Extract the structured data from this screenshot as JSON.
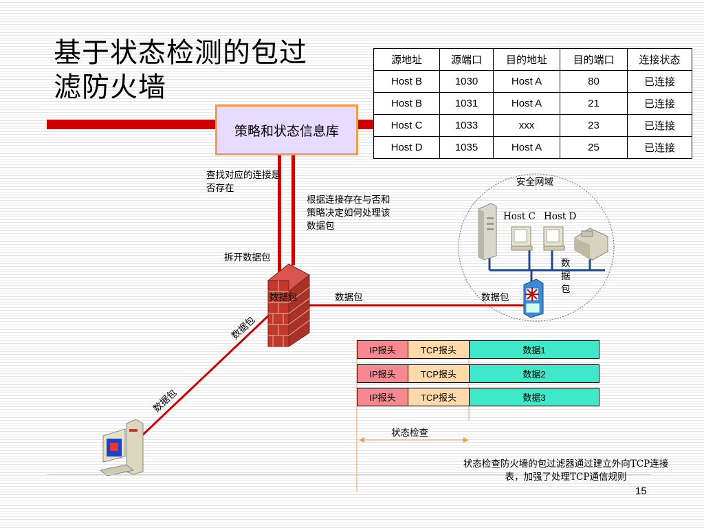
{
  "title_line1": "基于状态检测的包过",
  "title_line2": "滤防火墙",
  "policy_box": "策略和状态信息库",
  "table": {
    "headers": [
      "源地址",
      "源端口",
      "目的地址",
      "目的端口",
      "连接状态"
    ],
    "rows": [
      [
        "Host B",
        "1030",
        "Host A",
        "80",
        "已连接"
      ],
      [
        "Host B",
        "1031",
        "Host A",
        "21",
        "已连接"
      ],
      [
        "Host C",
        "1033",
        "xxx",
        "23",
        "已连接"
      ],
      [
        "Host D",
        "1035",
        "Host A",
        "25",
        "已连接"
      ]
    ]
  },
  "labels": {
    "lookup": "查找对应的连接是否存在",
    "decide": "根据连接存在与否和策略决定如何处理该数据包",
    "unpack": "拆开数据包",
    "packet": "数据包",
    "secure_zone": "安全网域",
    "host_c": "Host C",
    "host_d": "Host D",
    "packet_vertical": "数据包",
    "state_check": "状态检查",
    "description": "状态检查防火墙的包过滤器通过建立外向TCP连接表，加强了处理TCP通信规则",
    "page_number": "15"
  },
  "packets": [
    {
      "ip": "IP报头",
      "tcp": "TCP报头",
      "data": "数据1"
    },
    {
      "ip": "IP报头",
      "tcp": "TCP报头",
      "data": "数据2"
    },
    {
      "ip": "IP报头",
      "tcp": "TCP报头",
      "data": "数据3"
    }
  ],
  "colors": {
    "accent_red": "#cc0000",
    "policy_fill": "#e7dcff",
    "policy_border": "#f29d4a",
    "ip_header": "#f5898f",
    "tcp_header": "#ffd9a8",
    "data": "#3fe8c8",
    "firewall_brick": "#c0392b"
  }
}
